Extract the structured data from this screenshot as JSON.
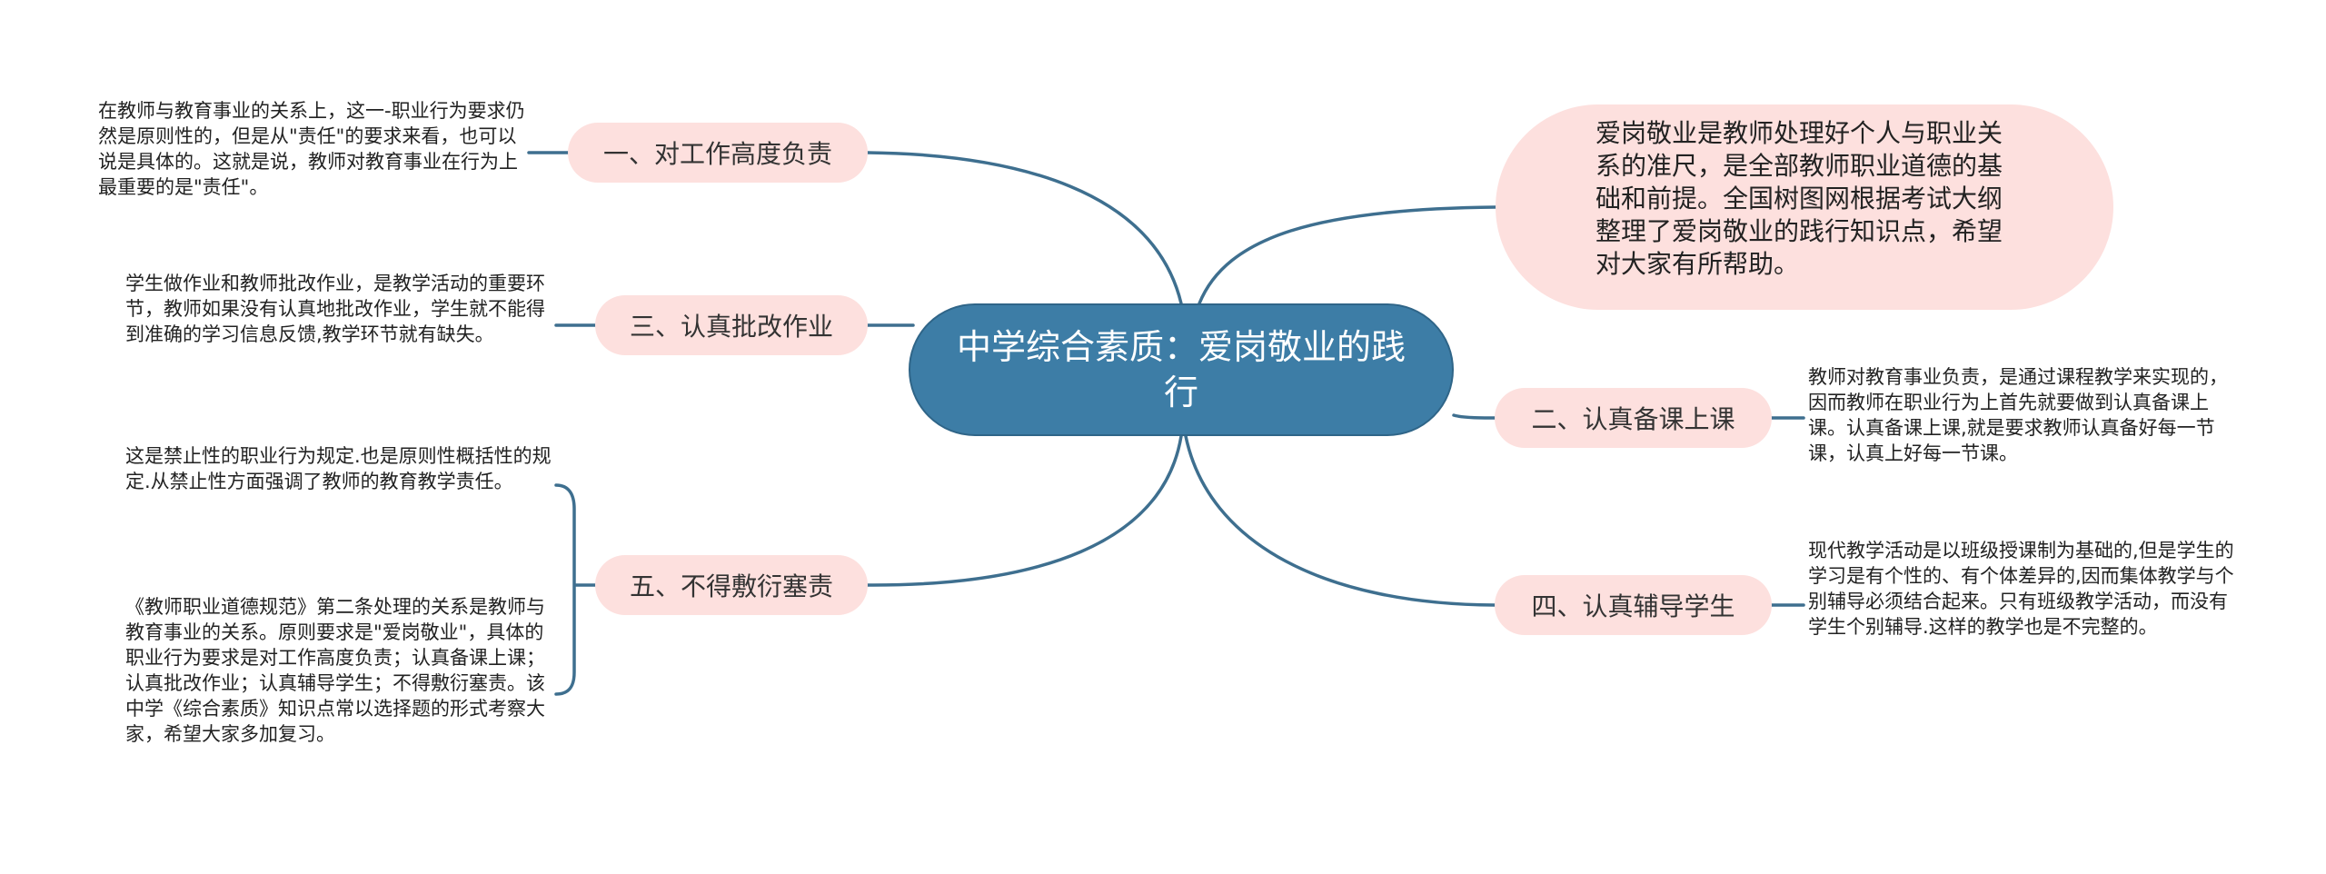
{
  "center": {
    "title": "中学综合素质：爱岗敬业的践行"
  },
  "intro": {
    "text": "爱岗敬业是教师处理好个人与职业关系的准尺，是全部教师职业道德的基础和前提。全国树图网根据考试大纲整理了爱岗敬业的践行知识点，希望对大家有所帮助。"
  },
  "branches": {
    "b1": {
      "label": "一、对工作高度负责",
      "note": "在教师与教育事业的关系上，这一-职业行为要求仍然是原则性的，但是从\"责任\"的要求来看，也可以说是具体的。这就是说，教师对教育事业在行为上最重要的是\"责任\"。"
    },
    "b3": {
      "label": "三、认真批改作业",
      "note": "学生做作业和教师批改作业，是教学活动的重要环节，教师如果没有认真地批改作业，学生就不能得到准确的学习信息反馈,教学环节就有缺失。"
    },
    "b5": {
      "label": "五、不得敷衍塞责",
      "note1": "这是禁止性的职业行为规定.也是原则性概括性的规定.从禁止性方面强调了教师的教育教学责任。",
      "note2": "《教师职业道德规范》第二条处理的关系是教师与教育事业的关系。原则要求是\"爱岗敬业\"，具体的职业行为要求是对工作高度负责；认真备课上课；认真批改作业；认真辅导学生；不得敷衍塞责。该中学《综合素质》知识点常以选择题的形式考察大家，希望大家多加复习。"
    },
    "b2": {
      "label": "二、认真备课上课",
      "note": "教师对教育事业负责，是通过课程教学来实现的，因而教师在职业行为上首先就要做到认真备课上课。认真备课上课,就是要求教师认真备好每一节课，认真上好每一节课。"
    },
    "b4": {
      "label": "四、认真辅导学生",
      "note": "现代教学活动是以班级授课制为基础的,但是学生的学习是有个性的、有个体差异的,因而集体教学与个别辅导必须结合起来。只有班级教学活动，而没有学生个别辅导.这样的教学也是不完整的。"
    }
  }
}
